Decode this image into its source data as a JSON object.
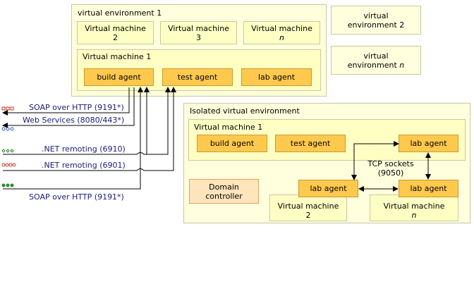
{
  "environments": {
    "env1": {
      "title": "virtual environment 1"
    },
    "env2": {
      "line1": "virtual",
      "line2": "environment 2"
    },
    "envn": {
      "line1": "virtual",
      "line2": "environment",
      "suffix": "n"
    }
  },
  "env1_vms": {
    "vm2": {
      "line1": "Virtual machine",
      "line2": "2"
    },
    "vm3": {
      "line1": "Virtual machine",
      "line2": "3"
    },
    "vmn": {
      "line1": "Virtual machine",
      "line2": "n"
    },
    "vm1": {
      "title": "Virtual machine 1",
      "agents": {
        "build": "build agent",
        "test": "test agent",
        "lab": "lab agent"
      }
    }
  },
  "isolated": {
    "title": "Isolated virtual environment",
    "vm1": {
      "title": "Virtual machine 1",
      "agents": {
        "build": "build agent",
        "test": "test agent",
        "lab": "lab agent"
      }
    },
    "domain_controller": {
      "line1": "Domain",
      "line2": "controller"
    },
    "tcp": {
      "line1": "TCP sockets",
      "line2": "(9050)"
    },
    "vm2": {
      "agent": "lab agent",
      "line1": "Virtual machine",
      "line2": "2"
    },
    "vmn": {
      "agent": "lab agent",
      "line1": "Virtual machine",
      "line2": "n"
    }
  },
  "protocols": {
    "p1": "SOAP over HTTP (9191*)",
    "p2": "Web Services (8080/443*)",
    "p3": ".NET remoting (6910)",
    "p4": ".NET remoting (6901)",
    "p5": "SOAP over HTTP (9191*)"
  },
  "colors": {
    "env_fill": "#ffffdd",
    "vm_fill": "#ffffc4",
    "agent_fill": "#ffc94d",
    "domain_controller_fill": "#ffe4bc",
    "protocol_text": "#1a1a7a",
    "marker_red": "#c0392b",
    "marker_blue": "#2e5fb0",
    "marker_green": "#2e8b2e"
  },
  "icons": {
    "p1_marker": "hollow-red-squares",
    "p2_marker": "hollow-blue-circles",
    "p3_marker": "hollow-green-diamonds",
    "p4_marker": "hollow-red-circles",
    "p5_marker": "filled-green-dots"
  }
}
